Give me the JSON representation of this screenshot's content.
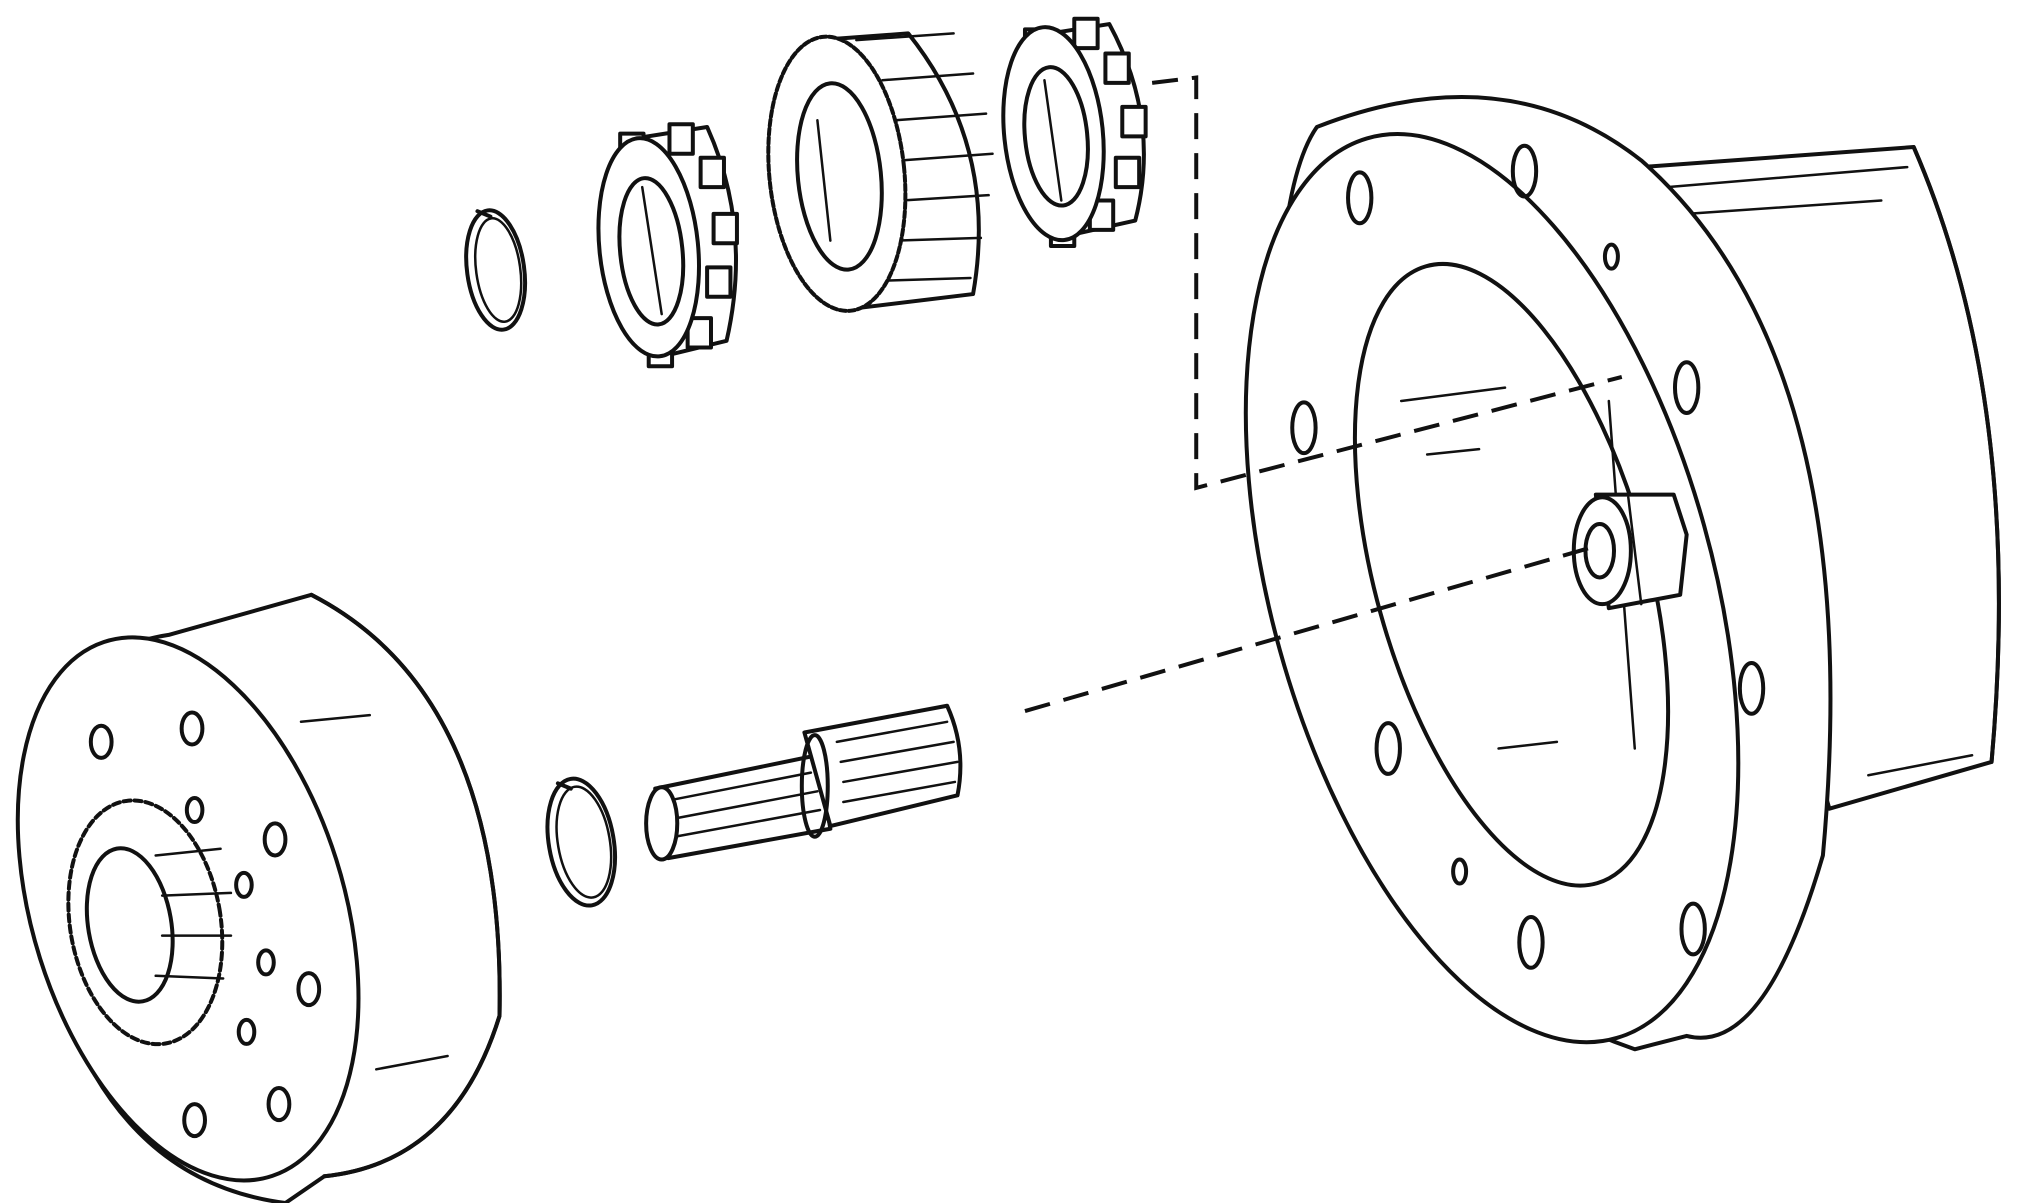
{
  "figure": {
    "kind": "exploded assembly line drawing",
    "labels": []
  },
  "parts": [
    {
      "id": "retaining-ring-upper",
      "icon": "snap-ring-icon"
    },
    {
      "id": "bearing-left",
      "icon": "roller-bearing-icon"
    },
    {
      "id": "planet-gear",
      "icon": "spur-gear-icon"
    },
    {
      "id": "bearing-right",
      "icon": "roller-bearing-icon"
    },
    {
      "id": "hub-housing",
      "icon": "flanged-hub-icon"
    },
    {
      "id": "planet-carrier",
      "icon": "carrier-drum-icon"
    },
    {
      "id": "retaining-ring-lower",
      "icon": "snap-ring-icon"
    },
    {
      "id": "splined-shaft",
      "icon": "splined-shaft-icon"
    }
  ],
  "colors": {
    "ink": "#111111",
    "paper": "#ffffff"
  }
}
